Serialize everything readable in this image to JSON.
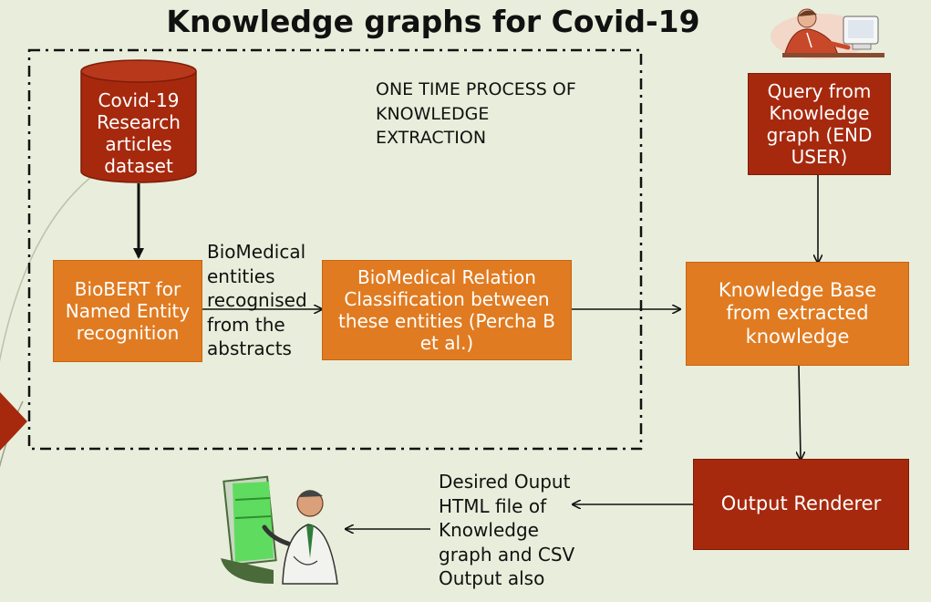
{
  "title": "Knowledge graphs for Covid-19",
  "dataset_label": "Covid-19 Research articles dataset",
  "process_label": "ONE TIME PROCESS OF KNOWLEDGE EXTRACTION",
  "biobert_label": "BioBERT for Named Entity recognition",
  "entities_label": "BioMedical entities recognised from the abstracts",
  "relation_label": "BioMedical Relation Classification between these entities (Percha B et al.)",
  "query_label": "Query from Knowledge graph (END USER)",
  "kb_label": "Knowledge Base from extracted knowledge",
  "renderer_label": "Output Renderer",
  "output_label": "Desired Ouput HTML file of Knowledge graph and CSV Output also",
  "colors": {
    "background": "#e8eedb",
    "orange_box": "#e07b21",
    "red_box": "#a6290e"
  },
  "icons": [
    "office-worker-icon",
    "presenter-icon"
  ]
}
